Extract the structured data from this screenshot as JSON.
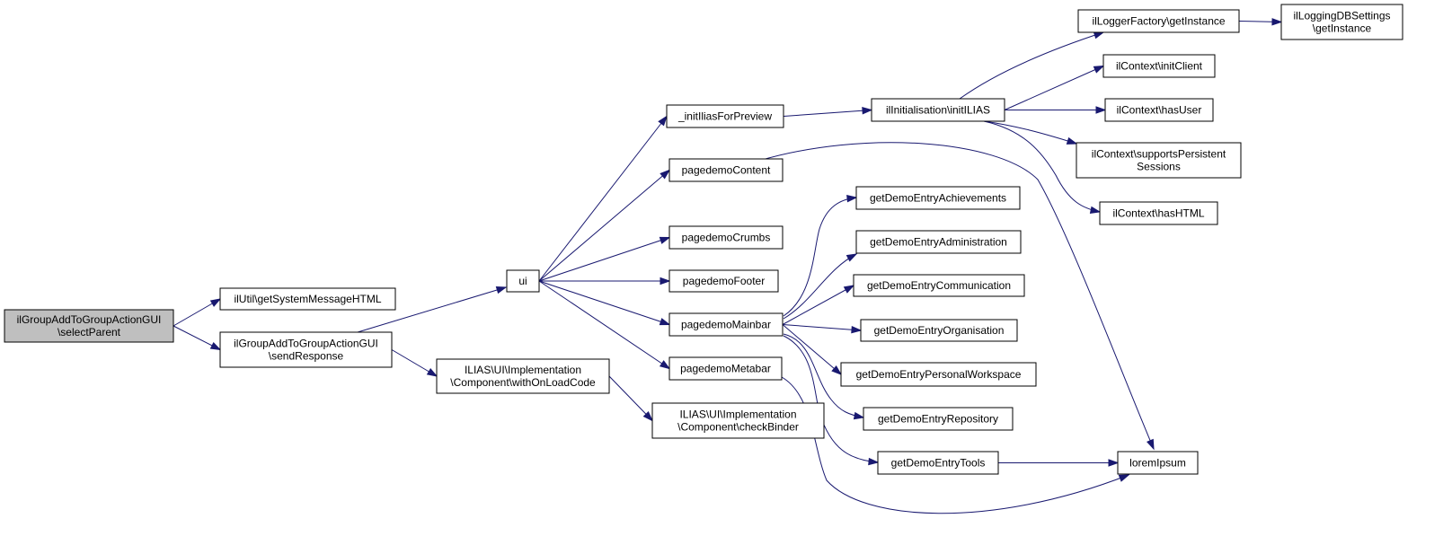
{
  "colors": {
    "edge": "#191970",
    "root_fill": "#bfbfbf",
    "node_fill": "#ffffff",
    "node_border": "#000000"
  },
  "nodes": {
    "root": [
      "ilGroupAddToGroupActionGUI",
      "\\selectParent"
    ],
    "getSystemMessageHTML": [
      "ilUtil\\getSystemMessageHTML"
    ],
    "sendResponse": [
      "ilGroupAddToGroupActionGUI",
      "\\sendResponse"
    ],
    "ui": [
      "ui"
    ],
    "withOnLoadCode": [
      "ILIAS\\UI\\Implementation",
      "\\Component\\withOnLoadCode"
    ],
    "checkBinder": [
      "ILIAS\\UI\\Implementation",
      "\\Component\\checkBinder"
    ],
    "initIliasForPreview": [
      "_initIliasForPreview"
    ],
    "pagedemoContent": [
      "pagedemoContent"
    ],
    "pagedemoCrumbs": [
      "pagedemoCrumbs"
    ],
    "pagedemoFooter": [
      "pagedemoFooter"
    ],
    "pagedemoMainbar": [
      "pagedemoMainbar"
    ],
    "pagedemoMetabar": [
      "pagedemoMetabar"
    ],
    "initILIAS": [
      "ilInitialisation\\initILIAS"
    ],
    "getDemoEntryAchievements": [
      "getDemoEntryAchievements"
    ],
    "getDemoEntryAdministration": [
      "getDemoEntryAdministration"
    ],
    "getDemoEntryCommunication": [
      "getDemoEntryCommunication"
    ],
    "getDemoEntryOrganisation": [
      "getDemoEntryOrganisation"
    ],
    "getDemoEntryPersonalWorkspace": [
      "getDemoEntryPersonalWorkspace"
    ],
    "getDemoEntryRepository": [
      "getDemoEntryRepository"
    ],
    "getDemoEntryTools": [
      "getDemoEntryTools"
    ],
    "loremIpsum": [
      "loremIpsum"
    ],
    "loggerFactory": [
      "ilLoggerFactory\\getInstance"
    ],
    "loggingDBSettings": [
      "ilLoggingDBSettings",
      "\\getInstance"
    ],
    "initClient": [
      "ilContext\\initClient"
    ],
    "hasUser": [
      "ilContext\\hasUser"
    ],
    "supportsPersistentSessions": [
      "ilContext\\supportsPersistent",
      "Sessions"
    ],
    "hasHTML": [
      "ilContext\\hasHTML"
    ]
  },
  "edges": [
    [
      "root",
      "getSystemMessageHTML"
    ],
    [
      "root",
      "sendResponse"
    ],
    [
      "sendResponse",
      "ui"
    ],
    [
      "sendResponse",
      "withOnLoadCode"
    ],
    [
      "withOnLoadCode",
      "checkBinder"
    ],
    [
      "ui",
      "initIliasForPreview"
    ],
    [
      "ui",
      "pagedemoContent"
    ],
    [
      "ui",
      "pagedemoCrumbs"
    ],
    [
      "ui",
      "pagedemoFooter"
    ],
    [
      "ui",
      "pagedemoMainbar"
    ],
    [
      "ui",
      "pagedemoMetabar"
    ],
    [
      "initIliasForPreview",
      "initILIAS"
    ],
    [
      "initILIAS",
      "loggerFactory"
    ],
    [
      "initILIAS",
      "initClient"
    ],
    [
      "initILIAS",
      "hasUser"
    ],
    [
      "initILIAS",
      "supportsPersistentSessions"
    ],
    [
      "initILIAS",
      "hasHTML"
    ],
    [
      "loggerFactory",
      "loggingDBSettings"
    ],
    [
      "pagedemoContent",
      "loremIpsum"
    ],
    [
      "pagedemoMainbar",
      "getDemoEntryAchievements"
    ],
    [
      "pagedemoMainbar",
      "getDemoEntryAdministration"
    ],
    [
      "pagedemoMainbar",
      "getDemoEntryCommunication"
    ],
    [
      "pagedemoMainbar",
      "getDemoEntryOrganisation"
    ],
    [
      "pagedemoMainbar",
      "getDemoEntryPersonalWorkspace"
    ],
    [
      "pagedemoMainbar",
      "getDemoEntryRepository"
    ],
    [
      "pagedemoMainbar",
      "getDemoEntryTools"
    ],
    [
      "pagedemoMetabar",
      "loremIpsum"
    ],
    [
      "getDemoEntryTools",
      "loremIpsum"
    ]
  ]
}
